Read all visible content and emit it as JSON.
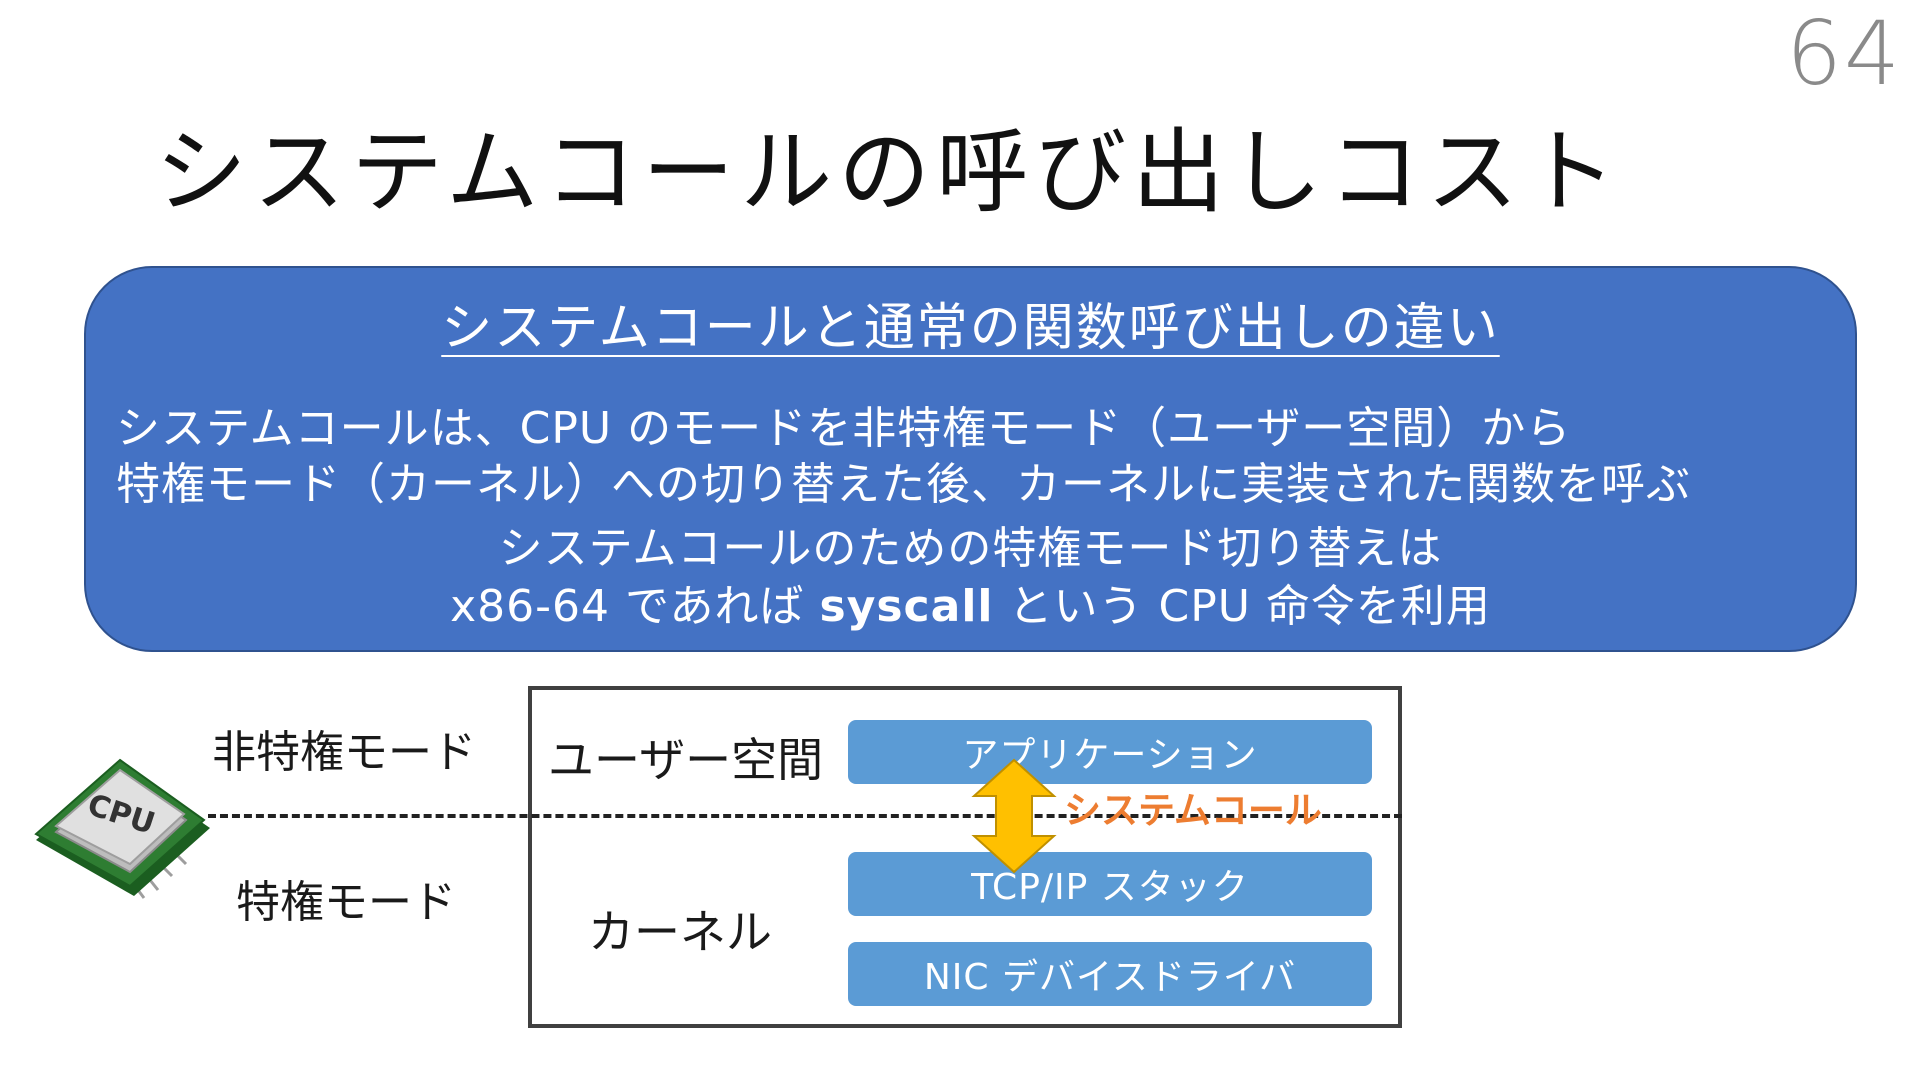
{
  "page_number": "64",
  "title": "システムコールの呼び出しコスト",
  "summary": {
    "heading": "システムコールと通常の関数呼び出しの違い",
    "line1": "システムコールは、CPU のモードを非特権モード（ユーザー空間）から",
    "line2": "特権モード（カーネル）への切り替えた後、カーネルに実装された関数を呼ぶ",
    "line3": "システムコールのための特権モード切り替えは",
    "line4_prefix": "x86-64 であれば ",
    "line4_keyword": "syscall",
    "line4_suffix": " という CPU 命令を利用",
    "colors": {
      "box_fill": "#4472c4",
      "box_border": "#2f528f"
    }
  },
  "diagram": {
    "unprivileged_mode_label": "非特権モード",
    "privileged_mode_label": "特権モード",
    "user_space_label": "ユーザー空間",
    "kernel_label": "カーネル",
    "layers": {
      "application": "アプリケーション",
      "tcp_ip_stack": "TCP/IP スタック",
      "nic_driver": "NIC デバイスドライバ"
    },
    "syscall_label": "システムコール",
    "cpu_chip_text": "CPU",
    "colors": {
      "layer_fill": "#5b9bd5",
      "arrow_fill": "#ffc000",
      "syscall_text": "#ed7d31",
      "chip_green": "#2e7d32"
    },
    "icons": {
      "cpu": "cpu-chip-icon",
      "arrow": "double-headed-arrow-icon"
    }
  }
}
